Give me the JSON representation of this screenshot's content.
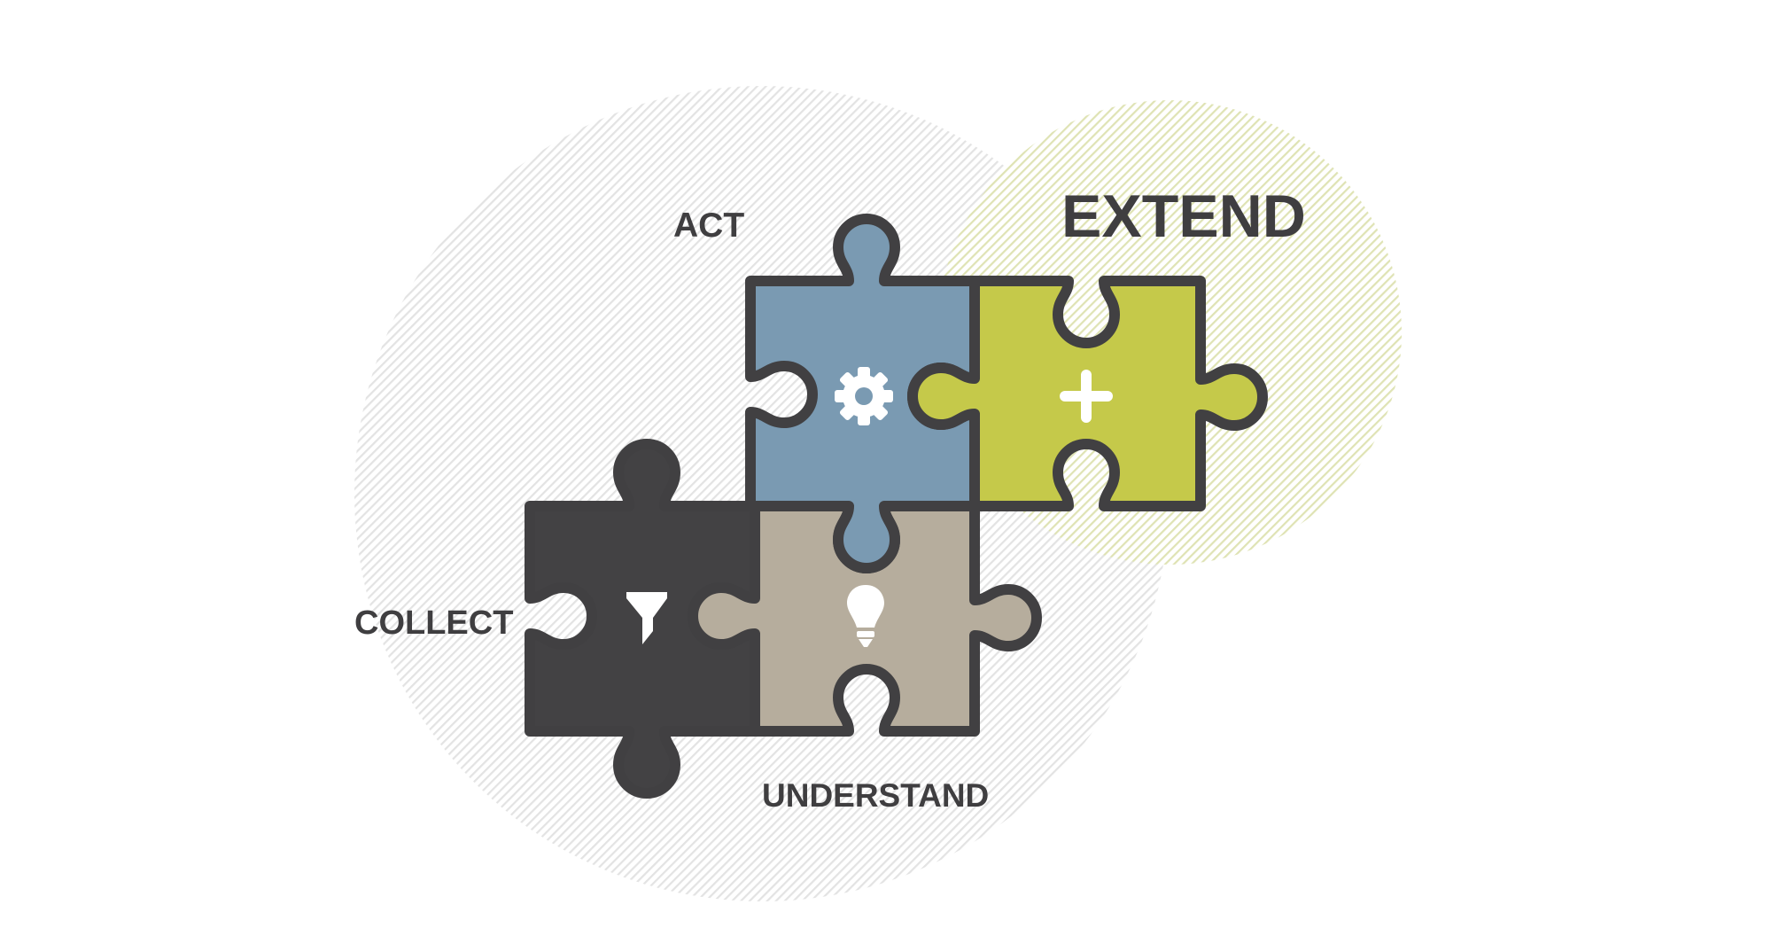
{
  "diagram": {
    "labels": {
      "act": "ACT",
      "extend": "EXTEND",
      "collect": "COLLECT",
      "understand": "UNDERSTAND"
    },
    "pieces": [
      {
        "id": "collect",
        "label": "COLLECT",
        "icon": "funnel-icon",
        "color": "#434244"
      },
      {
        "id": "act",
        "label": "ACT",
        "icon": "gear-icon",
        "color": "#7a9ab2"
      },
      {
        "id": "understand",
        "label": "UNDERSTAND",
        "icon": "lightbulb-icon",
        "color": "#b6ad9d"
      },
      {
        "id": "extend",
        "label": "EXTEND",
        "icon": "plus-icon",
        "color": "#c5c94a"
      }
    ],
    "background_circles": [
      {
        "id": "main-circle",
        "stripe_color": "#e3e3e3"
      },
      {
        "id": "extend-circle",
        "stripe_color": "#dfe3b4"
      }
    ],
    "outline_color": "#414042",
    "text_color": "#3f3e40"
  }
}
